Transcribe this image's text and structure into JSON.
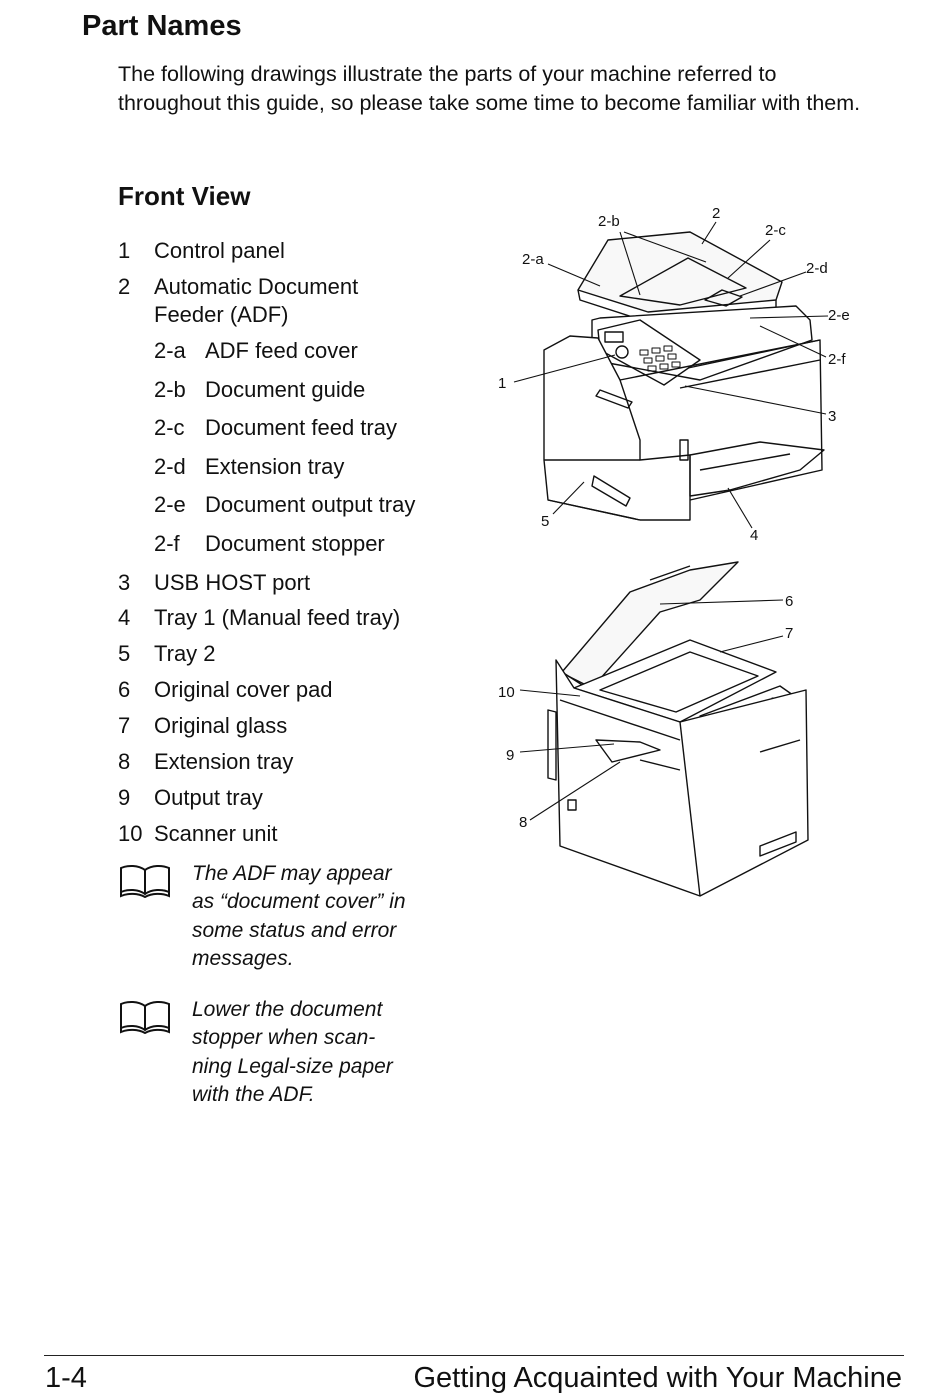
{
  "heading": "Part Names",
  "intro": "The following drawings illustrate the parts of your machine referred to throughout this guide, so please take some time to become familiar with them.",
  "subheading": "Front View",
  "parts": [
    {
      "num": "1",
      "label": "Control panel"
    },
    {
      "num": "2",
      "label": "Automatic Document Feeder (ADF)"
    },
    {
      "num": "2-a",
      "label": "ADF feed cover"
    },
    {
      "num": "2-b",
      "label": "Document guide"
    },
    {
      "num": "2-c",
      "label": "Document feed tray"
    },
    {
      "num": "2-d",
      "label": "Extension tray"
    },
    {
      "num": "2-e",
      "label": "Document output tray"
    },
    {
      "num": "2-f",
      "label": "Document stopper"
    },
    {
      "num": "3",
      "label": "USB HOST port"
    },
    {
      "num": "4",
      "label": "Tray 1 (Manual feed tray)"
    },
    {
      "num": "5",
      "label": "Tray 2"
    },
    {
      "num": "6",
      "label": "Original cover pad"
    },
    {
      "num": "7",
      "label": "Original glass"
    },
    {
      "num": "8",
      "label": "Extension tray"
    },
    {
      "num": "9",
      "label": "Output tray"
    },
    {
      "num": "10",
      "label": "Scanner unit"
    }
  ],
  "part2_line1": "Automatic Document",
  "part2_line2": "Feeder (ADF)",
  "notes": [
    {
      "lines": [
        "The ADF may appear",
        "as “document cover” in",
        "some status and error",
        "messages."
      ]
    },
    {
      "lines": [
        "Lower the document",
        "stopper when scan-",
        "ning Legal-size paper",
        "with the ADF."
      ]
    }
  ],
  "callouts": {
    "top": [
      "2-b",
      "2",
      "2-c",
      "2-a",
      "2-d",
      "2-e",
      "2-f",
      "1",
      "3",
      "5",
      "4"
    ],
    "bottom": [
      "6",
      "7",
      "10",
      "9",
      "8"
    ]
  },
  "footer": {
    "page": "1-4",
    "title": "Getting Acquainted with Your Machine"
  },
  "icons": {
    "note": "book-note-icon"
  }
}
